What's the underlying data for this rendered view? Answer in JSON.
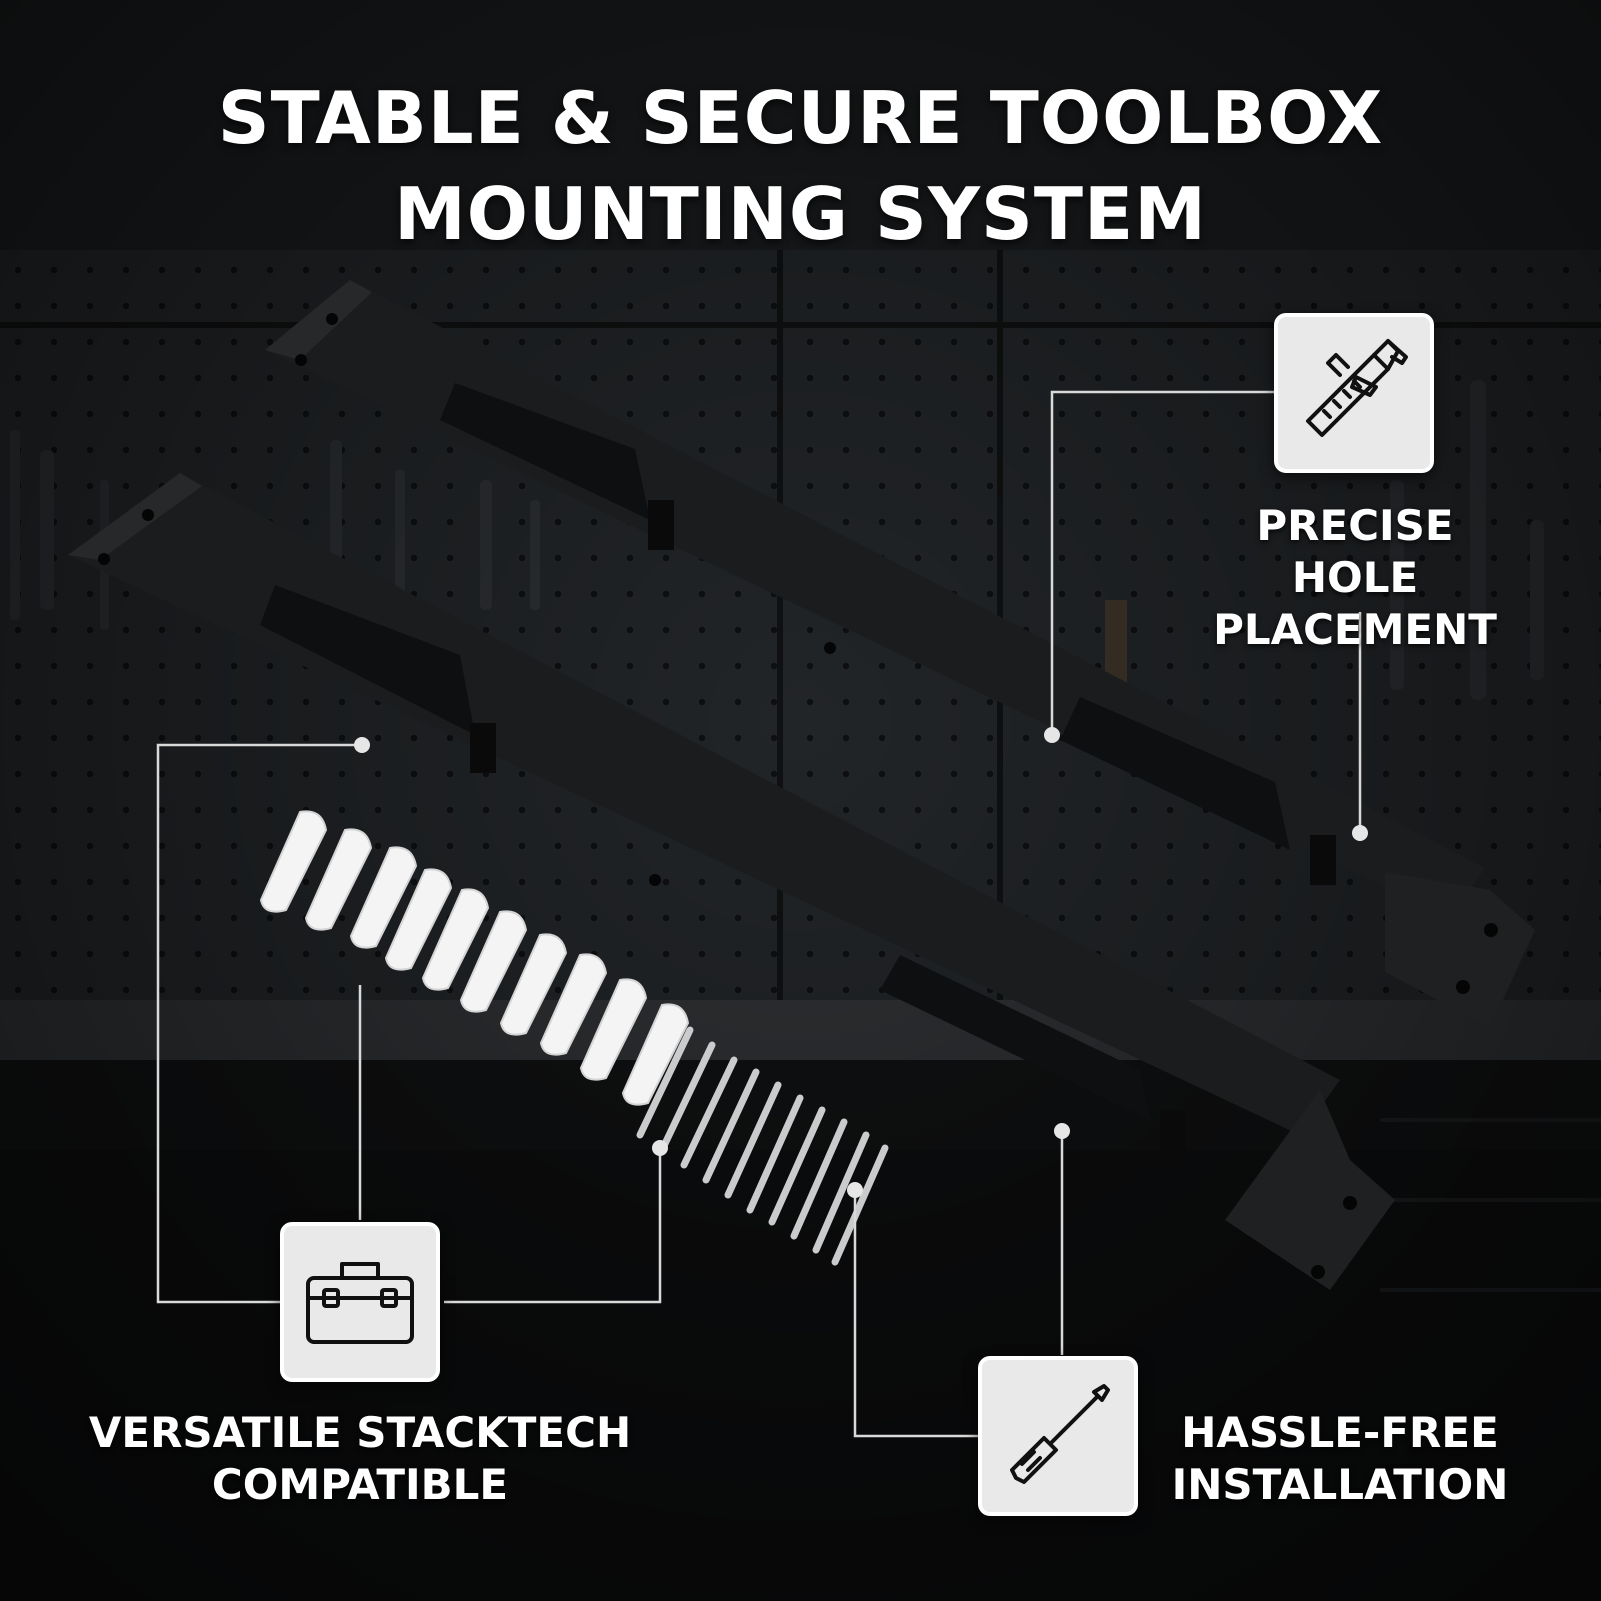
{
  "headline": {
    "line1": "STABLE & SECURE TOOLBOX",
    "line2": "MOUNTING SYSTEM"
  },
  "features": [
    {
      "icon": "caliper-icon",
      "line1": "PRECISE HOLE",
      "line2": "PLACEMENT"
    },
    {
      "icon": "toolbox-icon",
      "line1": "VERSATILE STACKTECH",
      "line2": "COMPATIBLE"
    },
    {
      "icon": "screwdriver-icon",
      "line1": "HASSLE-FREE",
      "line2": "INSTALLATION"
    }
  ],
  "colors": {
    "background": "#141516",
    "bracket": "#1b1c1d",
    "icon_tile": "#e9e9e9",
    "text": "#ffffff"
  }
}
